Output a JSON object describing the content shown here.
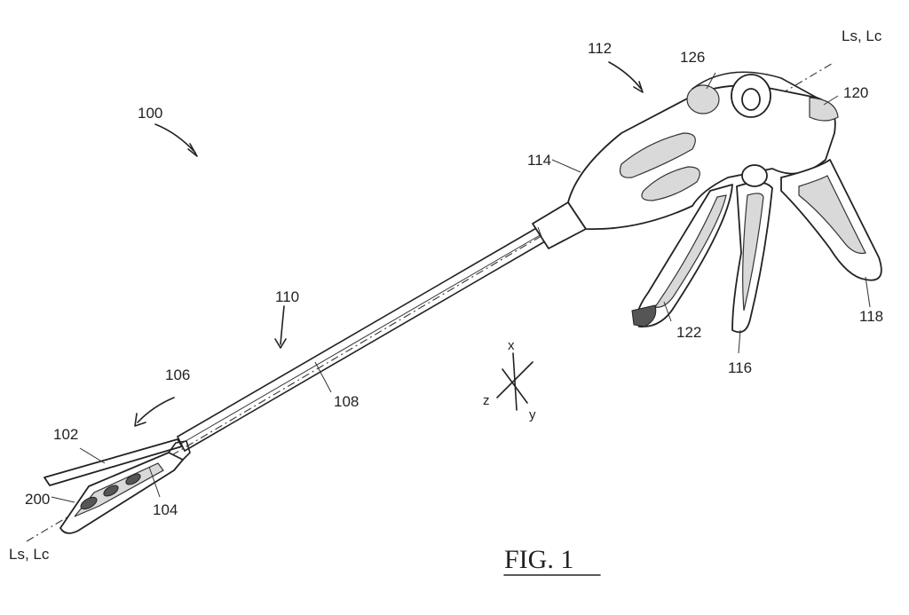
{
  "labels": {
    "ref_100": "100",
    "ref_102": "102",
    "ref_104": "104",
    "ref_106": "106",
    "ref_108": "108",
    "ref_110": "110",
    "ref_112": "112",
    "ref_114": "114",
    "ref_116": "116",
    "ref_118": "118",
    "ref_120": "120",
    "ref_122": "122",
    "ref_126": "126",
    "ref_200": "200",
    "axis_top_right": "Ls, Lc",
    "axis_bottom_left": "Ls, Lc"
  },
  "axes": {
    "x": "x",
    "y": "y",
    "z": "z"
  },
  "caption": "FIG. 1"
}
